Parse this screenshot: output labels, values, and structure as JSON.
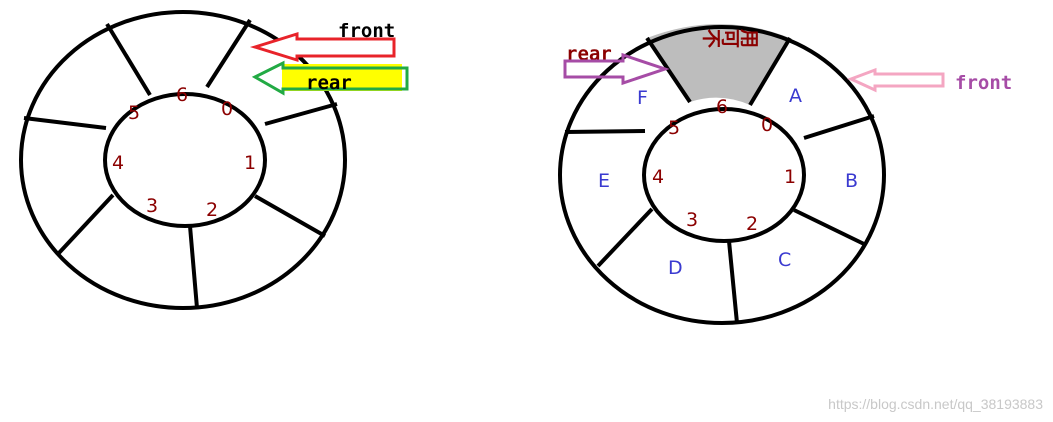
{
  "left": {
    "slots": [
      "0",
      "1",
      "2",
      "3",
      "4",
      "5",
      "6"
    ],
    "front_label": "front",
    "rear_label": "rear"
  },
  "right": {
    "slots": [
      "0",
      "1",
      "2",
      "3",
      "4",
      "5",
      "6"
    ],
    "elements": [
      "A",
      "B",
      "C",
      "D",
      "E",
      "F"
    ],
    "unavailable_chars": [
      "不",
      "可",
      "用"
    ],
    "rear_label": "rear",
    "front_label": "front"
  },
  "watermark": "https://blog.csdn.net/qq_38193883",
  "colors": {
    "outline": "#000000",
    "index_text": "#8b0000",
    "element_text": "#3a3ad0",
    "left_front_arrow": "#e8232a",
    "left_rear_fill": "#ffff00",
    "left_rear_arrow": "#22aa44",
    "right_rear_arrow": "#a64ca6",
    "right_front_arrow": "#f4a6c2",
    "right_front_text": "#a64ca6",
    "unavailable_fill": "#bdbdbd"
  }
}
